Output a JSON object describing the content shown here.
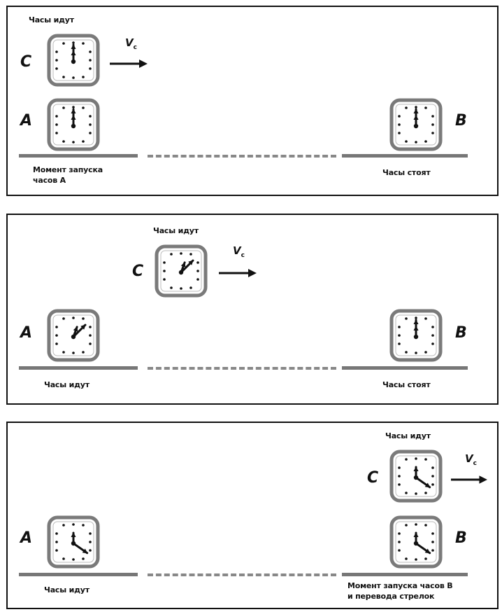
{
  "panels": [
    {
      "clock_c_label": "Часы идут",
      "letters": {
        "c": "C",
        "a": "A",
        "b": "B"
      },
      "velocity": {
        "v": "V",
        "sub": "c"
      },
      "caption_a_line1": "Момент запуска",
      "caption_a_line2": "часов А",
      "caption_b": "Часы стоят"
    },
    {
      "clock_c_label": "Часы идут",
      "letters": {
        "c": "C",
        "a": "A",
        "b": "B"
      },
      "velocity": {
        "v": "V",
        "sub": "c"
      },
      "caption_a": "Часы идут",
      "caption_b": "Часы стоят"
    },
    {
      "clock_c_label": "Часы идут",
      "letters": {
        "c": "C",
        "a": "A",
        "b": "B"
      },
      "velocity": {
        "v": "V",
        "sub": "c"
      },
      "caption_a": "Часы идут",
      "caption_b_line1": "Момент запуска часов В",
      "caption_b_line2": "и перевода стрелок"
    }
  ],
  "clocks": {
    "p1_c": {
      "hour_angle": 0,
      "minute_angle": 0
    },
    "p1_a": {
      "hour_angle": 0,
      "minute_angle": 0
    },
    "p1_b": {
      "hour_angle": 0,
      "minute_angle": 0
    },
    "p2_c": {
      "hour_angle": 20,
      "minute_angle": 45
    },
    "p2_a": {
      "hour_angle": 20,
      "minute_angle": 45
    },
    "p2_b": {
      "hour_angle": 0,
      "minute_angle": 0
    },
    "p3_c": {
      "hour_angle": 0,
      "minute_angle": 125
    },
    "p3_a": {
      "hour_angle": 0,
      "minute_angle": 125
    },
    "p3_b": {
      "hour_angle": 0,
      "minute_angle": 125
    }
  },
  "colors": {
    "frame": "#7a7a7a",
    "hands": "#111111",
    "ground": "#777777"
  }
}
